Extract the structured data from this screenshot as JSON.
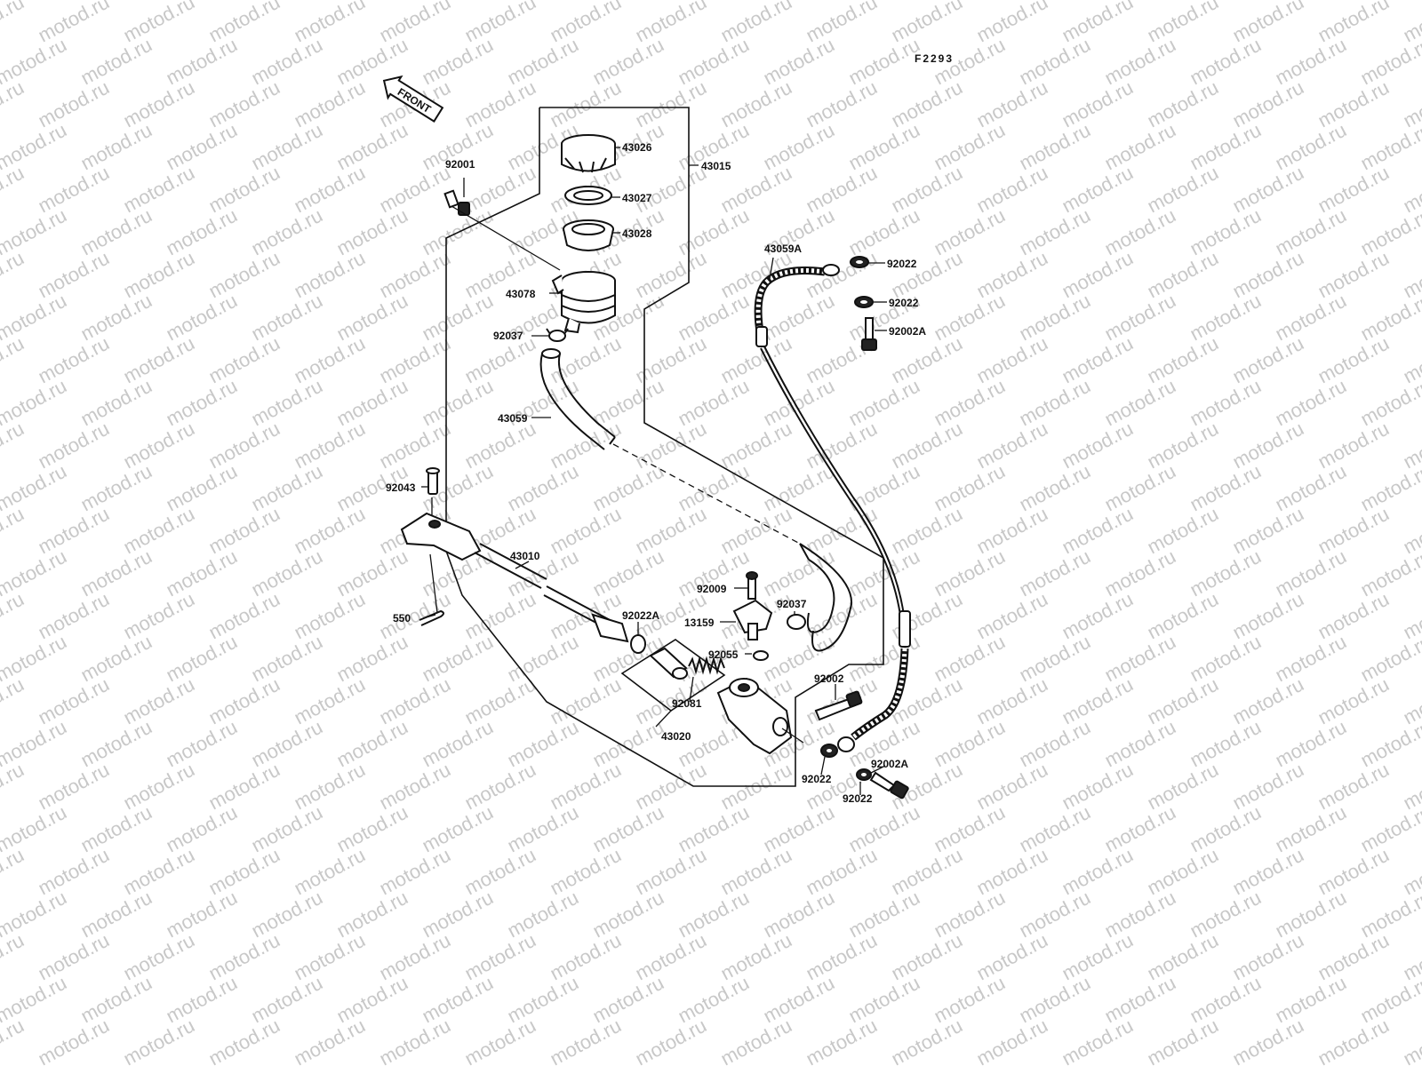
{
  "diagram_code": "F2293",
  "front_label": "FRONT",
  "watermark": "motod.ru",
  "parts": {
    "p43026": "43026",
    "p43027": "43027",
    "p43028": "43028",
    "p43015": "43015",
    "p92001": "92001",
    "p43078": "43078",
    "p92037_top": "92037",
    "p43059": "43059",
    "p43059A": "43059A",
    "p92022_a": "92022",
    "p92022_b": "92022",
    "p92002A_top": "92002A",
    "p92043": "92043",
    "p43010": "43010",
    "p550": "550",
    "p92022A": "92022A",
    "p92009": "92009",
    "p92037_mid": "92037",
    "p13159": "13159",
    "p92055": "92055",
    "p92081": "92081",
    "p43020": "43020",
    "p92002": "92002",
    "p92022_c": "92022",
    "p92002A_bot": "92002A",
    "p92022_d": "92022"
  }
}
